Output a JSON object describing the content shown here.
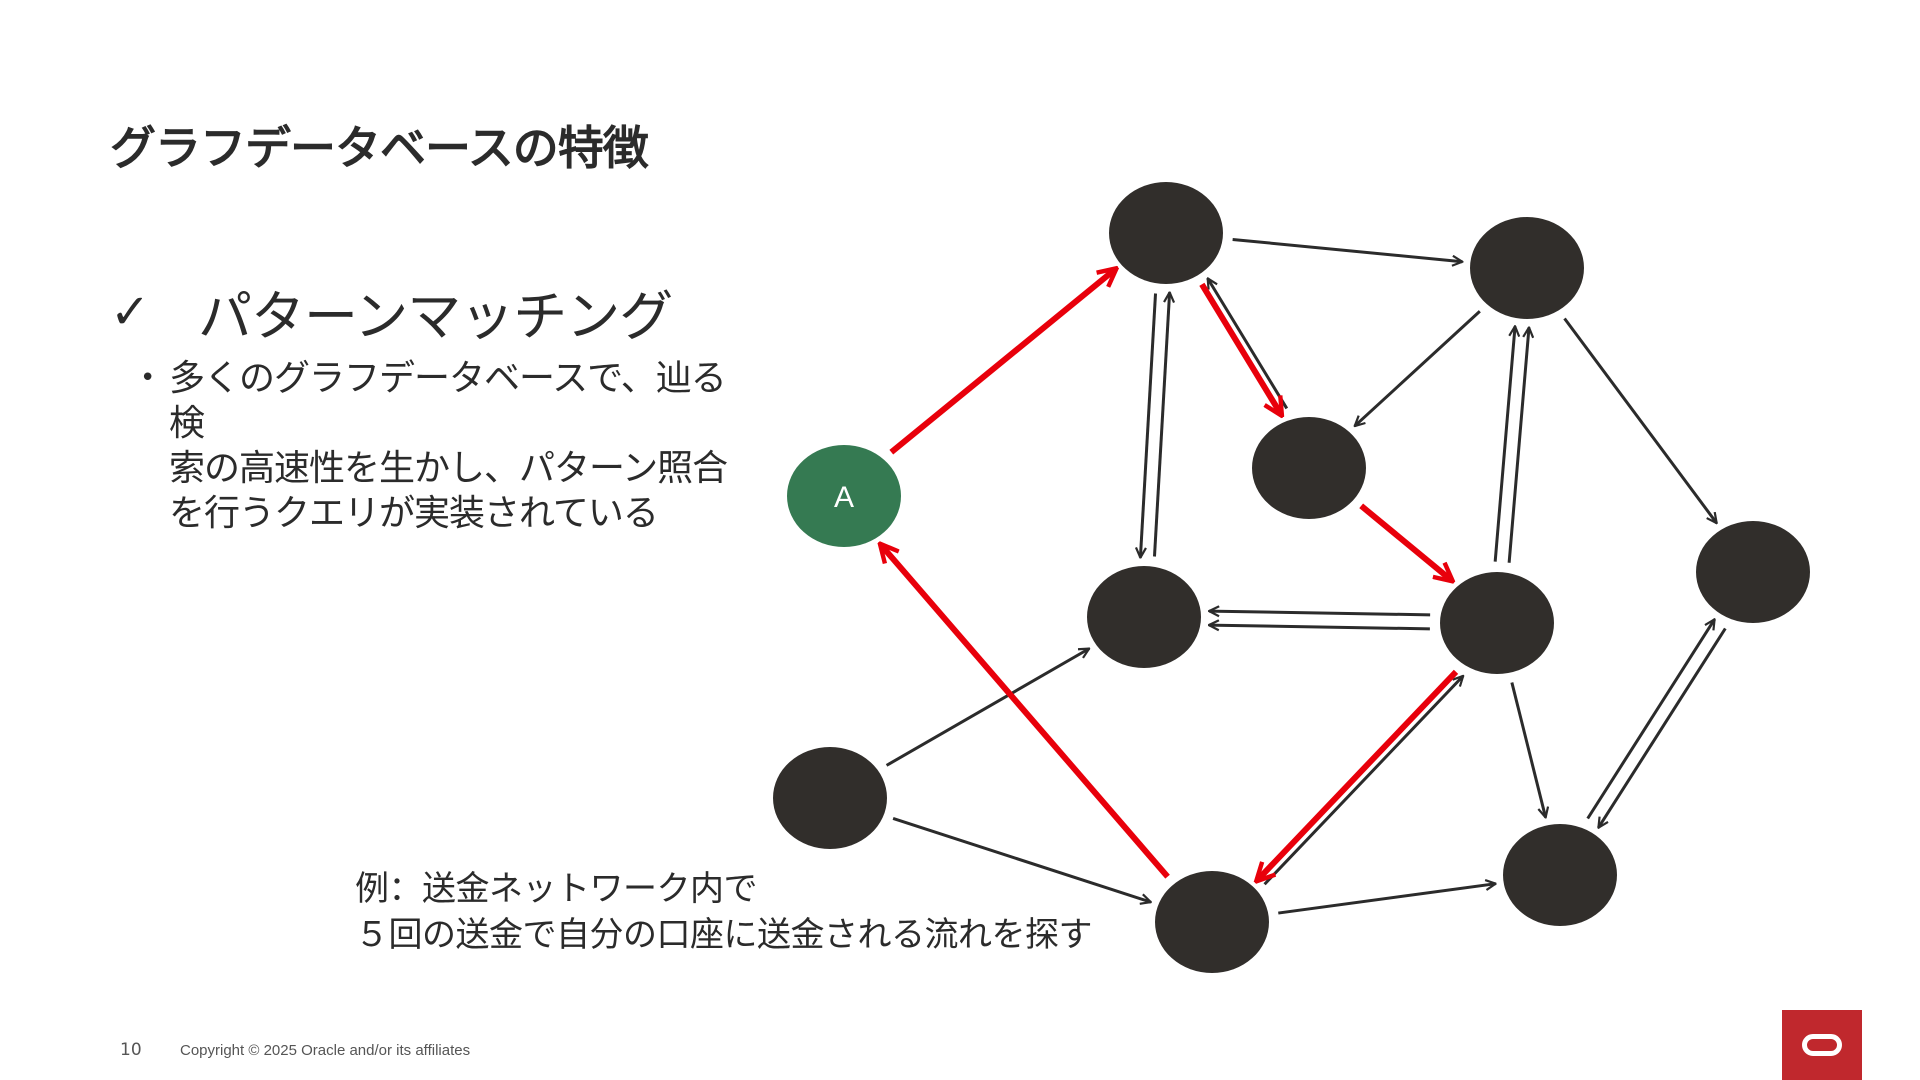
{
  "slide": {
    "title": "グラフデータベースの特徴",
    "check_mark": "✓",
    "heading": "パターンマッチング",
    "bullet_marker": "•",
    "bullet_lines": [
      "多くのグラフデータベースで、辿る検",
      "索の高速性を生かし、パターン照合",
      "を行うクエリが実装されている"
    ],
    "example_lines": [
      "例：送金ネットワーク内で",
      "５回の送金で自分の口座に送金される流れを探す"
    ]
  },
  "diagram": {
    "node_color": "#312e2b",
    "start_node_color": "#357a52",
    "edge_color": "#2b2b2b",
    "path_color": "#e8000b",
    "start_node_label": "A",
    "nodes": [
      {
        "id": "A",
        "label": "A",
        "start": true
      },
      {
        "id": "n1"
      },
      {
        "id": "n2"
      },
      {
        "id": "n3"
      },
      {
        "id": "n4"
      },
      {
        "id": "n5"
      },
      {
        "id": "n6"
      },
      {
        "id": "n7"
      },
      {
        "id": "n8"
      },
      {
        "id": "n9"
      },
      {
        "id": "n10"
      }
    ],
    "edges": [
      {
        "from": "n1",
        "to": "n2"
      },
      {
        "from": "n2",
        "to": "n3"
      },
      {
        "from": "n3",
        "to": "n1"
      },
      {
        "from": "n4",
        "to": "n1"
      },
      {
        "from": "n1",
        "to": "n4"
      },
      {
        "from": "n5",
        "to": "n2"
      },
      {
        "from": "n5",
        "to": "n2"
      },
      {
        "from": "n2",
        "to": "n6"
      },
      {
        "from": "n5",
        "to": "n4"
      },
      {
        "from": "n5",
        "to": "n4"
      },
      {
        "from": "n5",
        "to": "n9"
      },
      {
        "from": "n6",
        "to": "n9"
      },
      {
        "from": "n9",
        "to": "n6"
      },
      {
        "from": "n7",
        "to": "n4"
      },
      {
        "from": "n7",
        "to": "n8"
      },
      {
        "from": "n8",
        "to": "n9"
      },
      {
        "from": "n8",
        "to": "n5"
      }
    ],
    "path": [
      {
        "from": "A",
        "to": "n1"
      },
      {
        "from": "n1",
        "to": "n3"
      },
      {
        "from": "n3",
        "to": "n5"
      },
      {
        "from": "n5",
        "to": "n8"
      },
      {
        "from": "n8",
        "to": "A"
      }
    ]
  },
  "footer": {
    "page_number": "10",
    "copyright": "Copyright © 2025 Oracle and/or its affiliates"
  }
}
